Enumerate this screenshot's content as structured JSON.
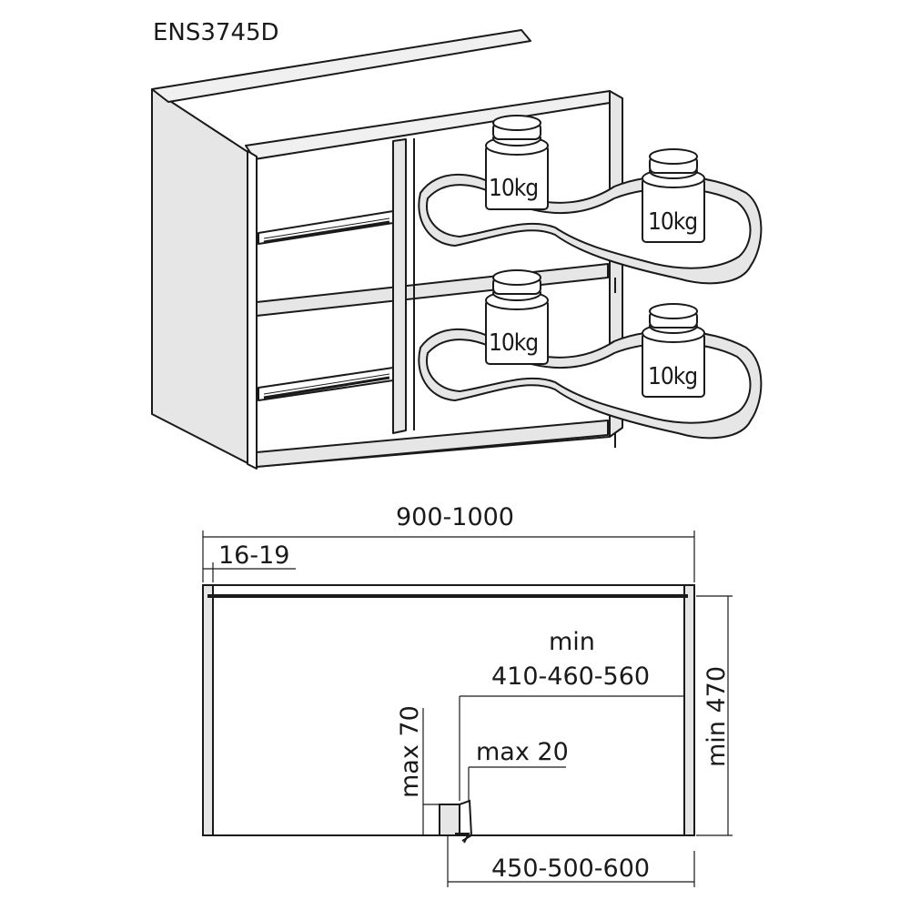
{
  "model_code": "ENS3745D",
  "weight_label": "10kg",
  "dimensions": {
    "width": "900-1000",
    "panel": "16-19",
    "min_opening_label": "min",
    "min_opening_values": "410-460-560",
    "max_height": "max 70",
    "max_offset": "max 20",
    "min_depth": "min 470",
    "bottom_range": "450-500-600"
  }
}
